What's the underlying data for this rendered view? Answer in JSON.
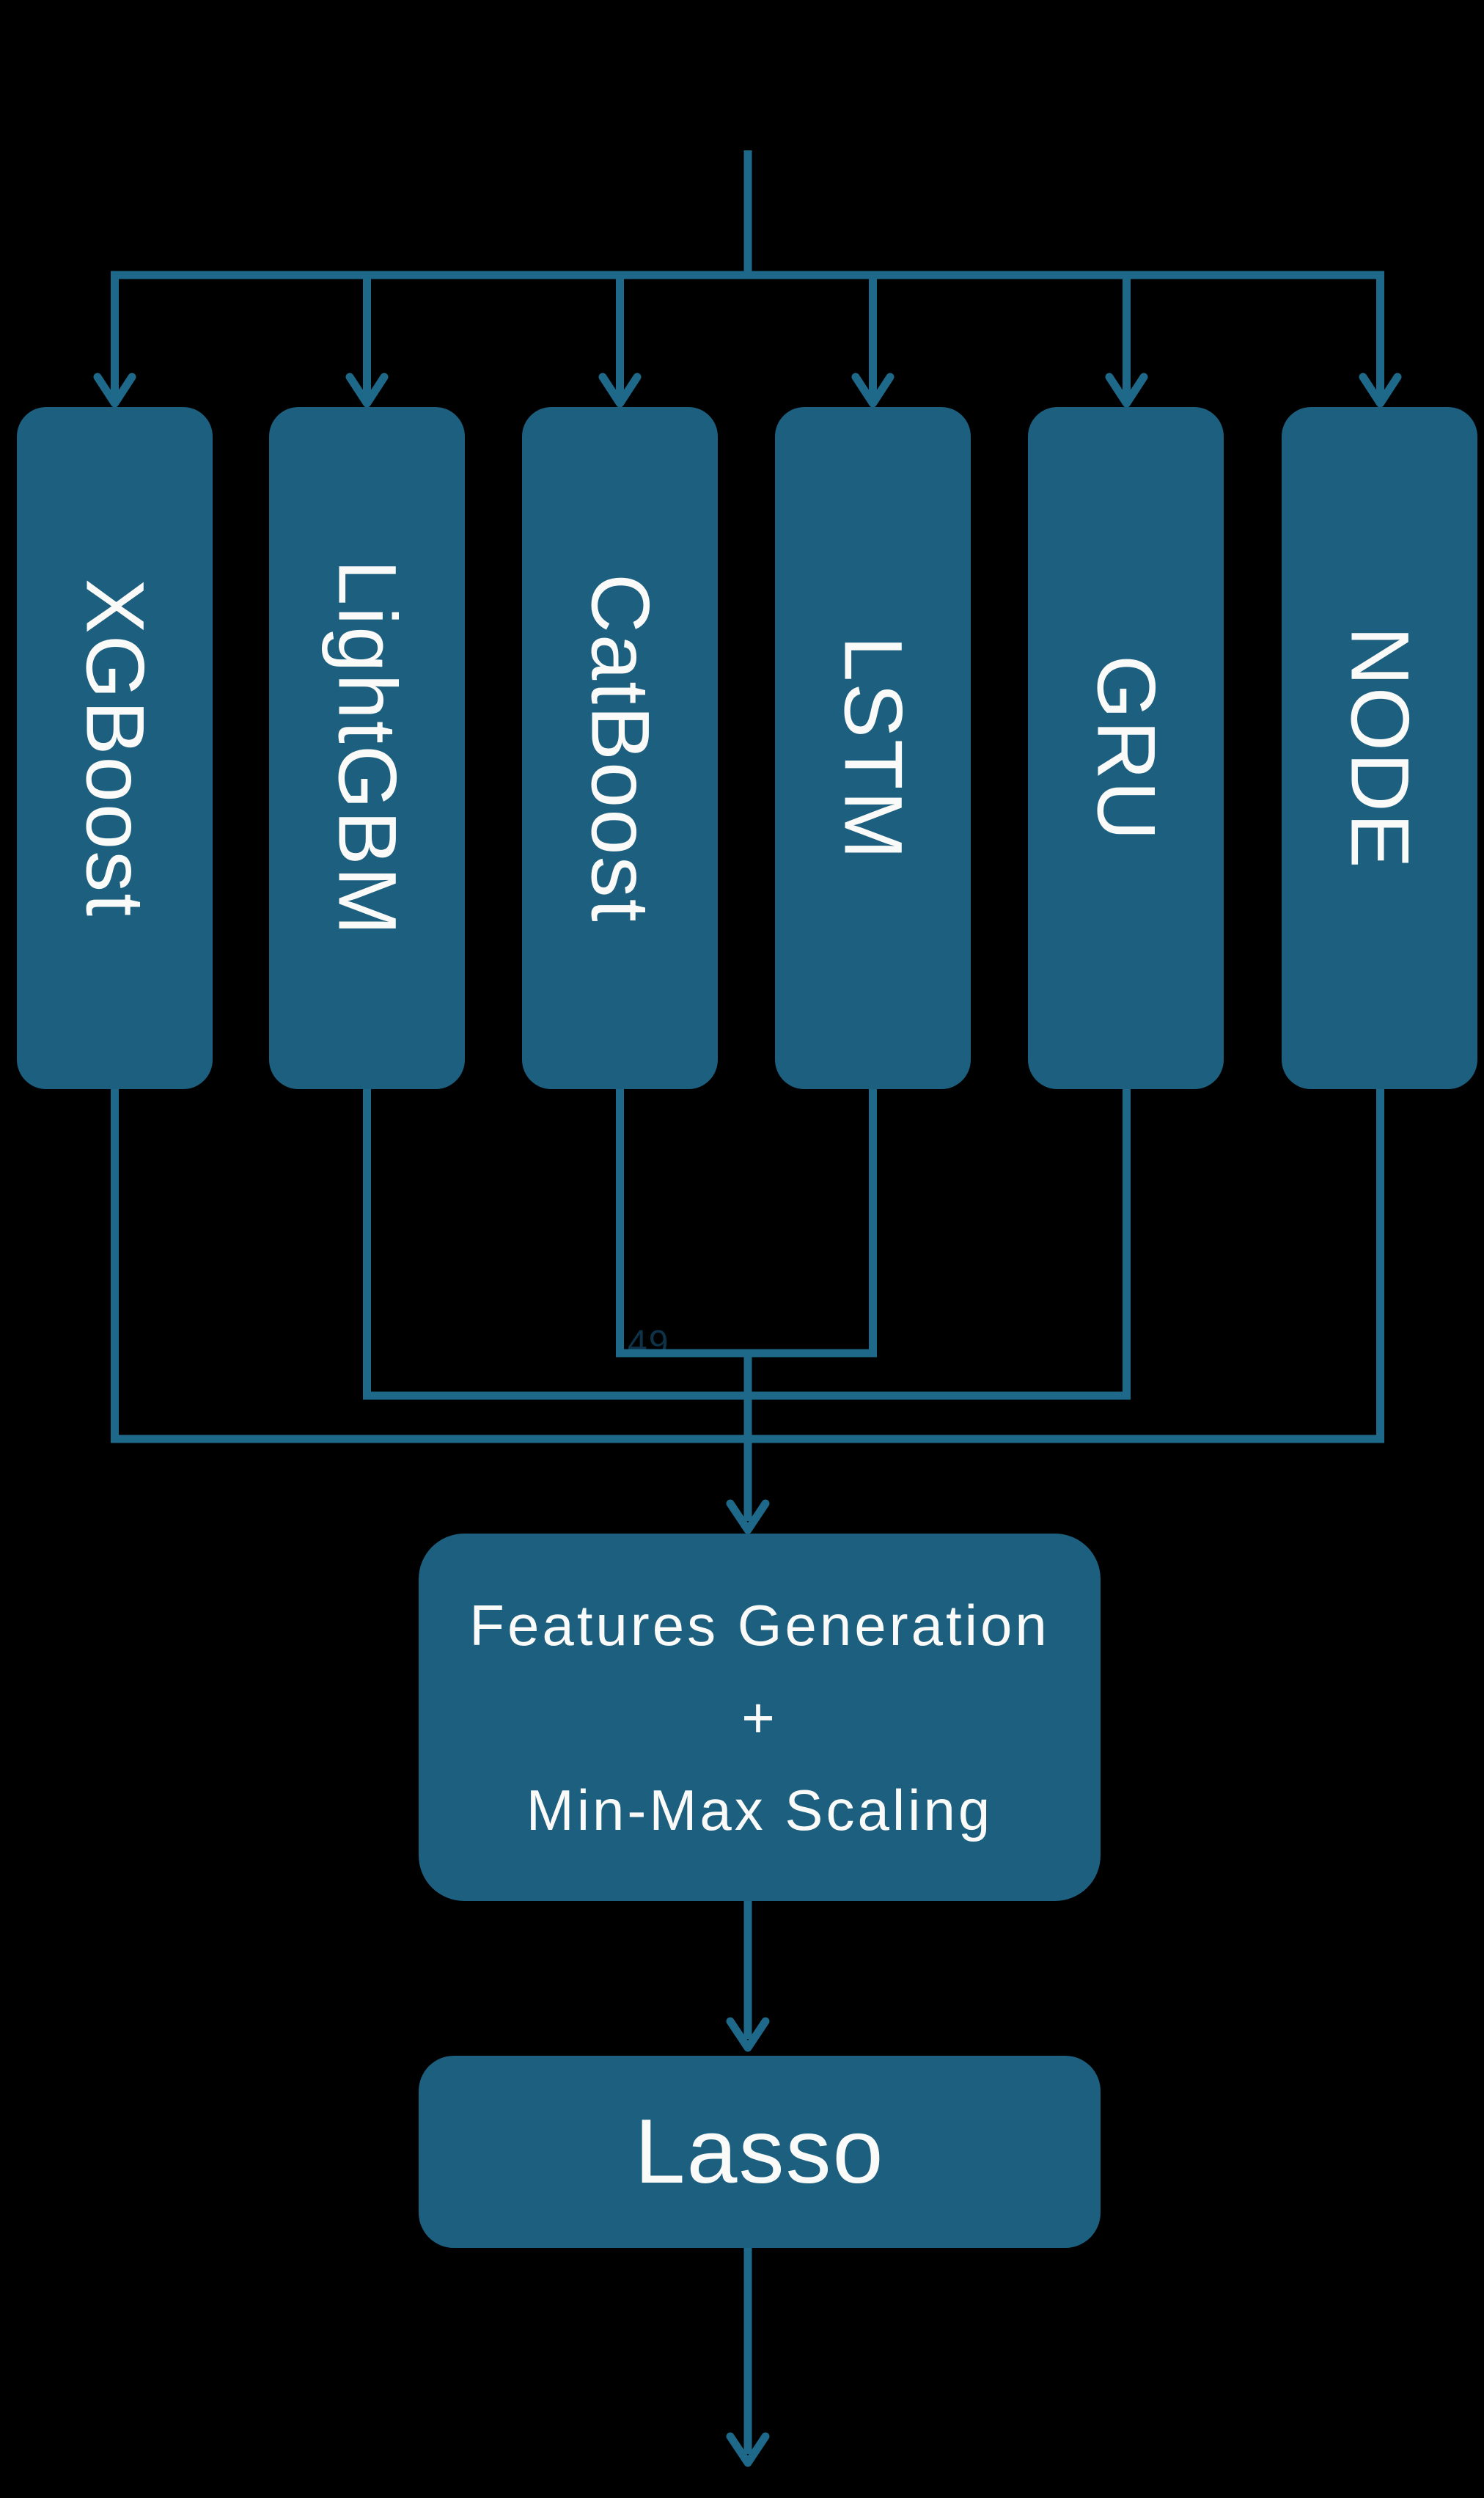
{
  "diagram": {
    "models": [
      {
        "label": "XGBoost"
      },
      {
        "label": "LightGBM"
      },
      {
        "label": "CatBoost"
      },
      {
        "label": "LSTM"
      },
      {
        "label": "GRU"
      },
      {
        "label": "NODE"
      }
    ],
    "features_box": {
      "line1": "Features Generation",
      "line2": "+",
      "line3": "Min-Max Scaling"
    },
    "lasso_box": {
      "label": "Lasso"
    },
    "artifact": {
      "text": "49"
    },
    "colors": {
      "background": "#000000",
      "node_fill": "#1c5f7f",
      "connector": "#1e6889",
      "label_text": "#fafaf8",
      "artifact_text": "#0e3348"
    }
  }
}
